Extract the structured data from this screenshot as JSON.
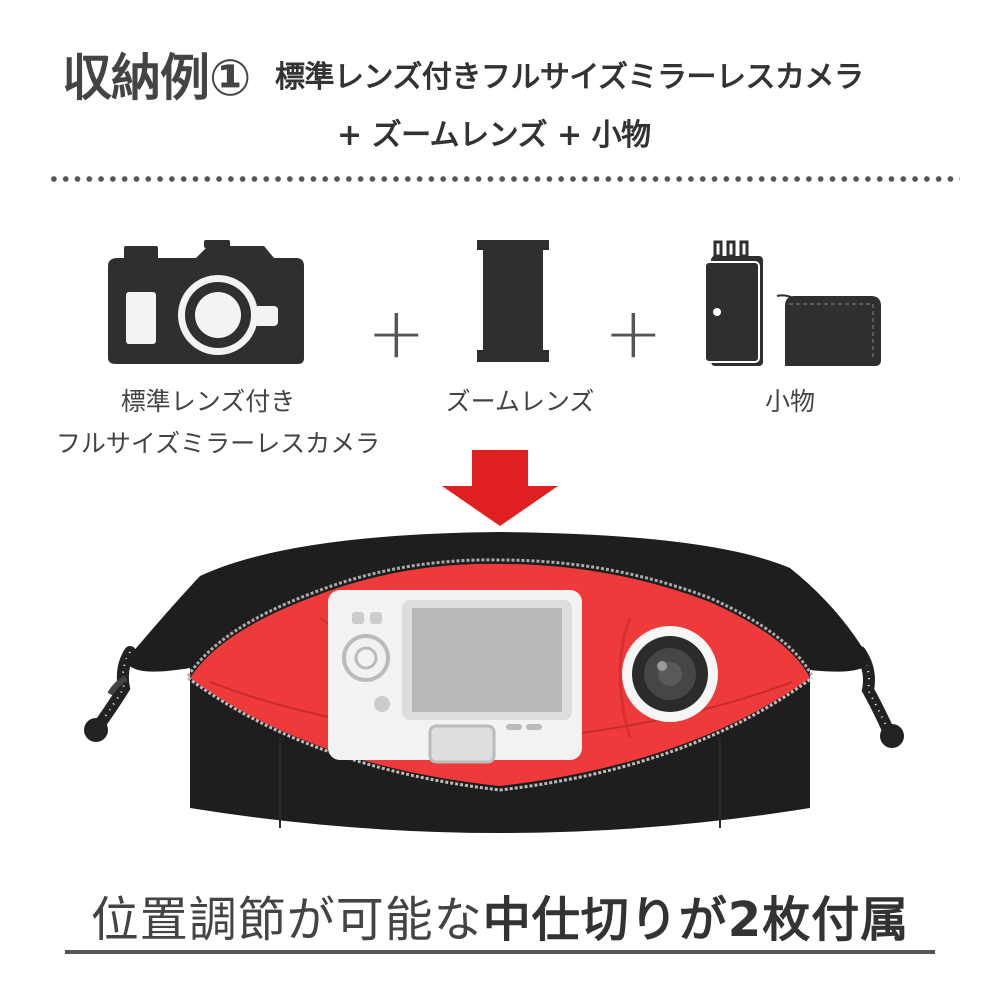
{
  "header": {
    "title": "収納例①",
    "subtitle_line1": "標準レンズ付きフルサイズミラーレスカメラ",
    "subtitle_line2": "+ ズームレンズ + 小物"
  },
  "items": [
    {
      "icon": "camera-icon",
      "label_line1": "標準レンズ付き",
      "label_line2": "フルサイズミラーレスカメラ"
    },
    {
      "icon": "zoom-lens-icon",
      "label_line1": "ズームレンズ"
    },
    {
      "icon": "accessories-icon",
      "label_line1": "小物"
    }
  ],
  "plus_symbol": "+",
  "footer": {
    "text_regular": "位置調節が可能な",
    "text_bold": "中仕切りが2枚付属"
  },
  "colors": {
    "icon_fill": "#2f2f2f",
    "arrow_red": "#e02020",
    "bag_black": "#1e1e1e",
    "lining_red": "#ee3a3a"
  }
}
